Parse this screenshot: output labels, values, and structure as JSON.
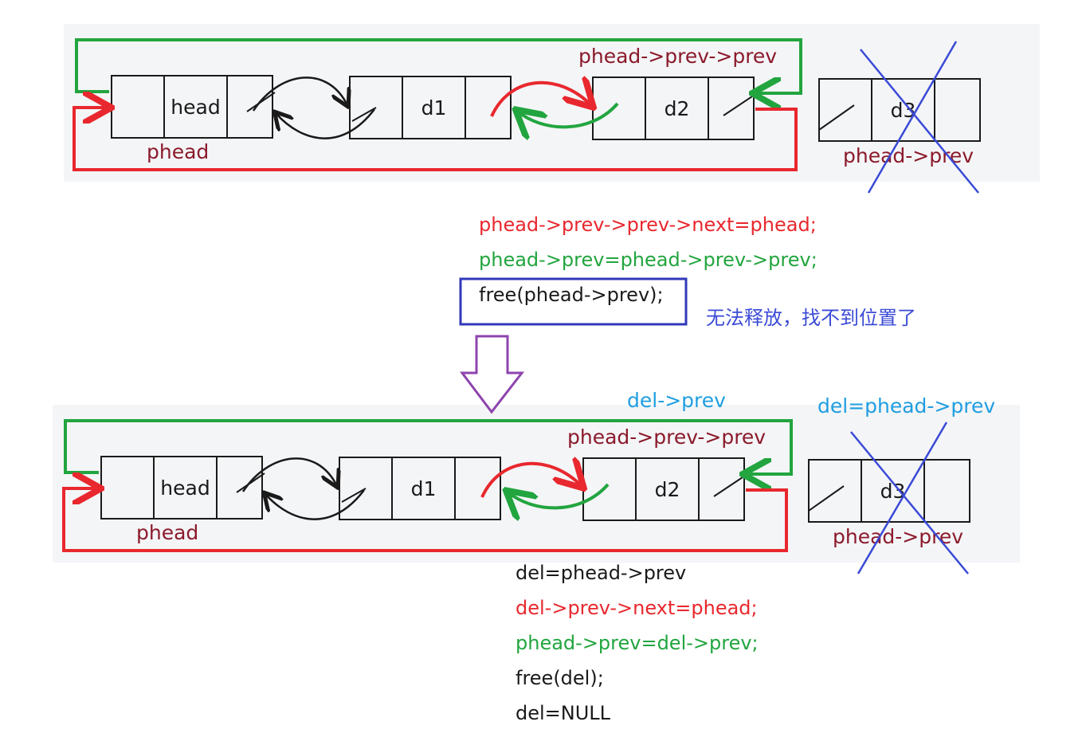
{
  "top": {
    "nodes": [
      {
        "label": "head"
      },
      {
        "label": "d1"
      },
      {
        "label": "d2"
      },
      {
        "label": "d3"
      }
    ],
    "label_phead": "phead",
    "label_prev_prev": "phead->prev->prev",
    "label_prev": "phead->prev"
  },
  "code1": {
    "line1": "phead->prev->prev->next=phead;",
    "line2": "phead->prev=phead->prev->prev;",
    "line3": "free(phead->prev);",
    "note": "无法释放，找不到位置了"
  },
  "bottom": {
    "nodes": [
      {
        "label": "head"
      },
      {
        "label": "d1"
      },
      {
        "label": "d2"
      },
      {
        "label": "d3"
      }
    ],
    "label_phead": "phead",
    "label_prev_prev": "phead->prev->prev",
    "label_prev": "phead->prev",
    "label_del_prev": "del->prev",
    "label_del_assign": "del=phead->prev"
  },
  "code2": {
    "line1": "del=phead->prev",
    "line2": "del->prev->next=phead;",
    "line3": "phead->prev=del->prev;",
    "line4": "free(del);",
    "line5": "del=NULL"
  },
  "colors": {
    "red": "#e8282e",
    "green": "#22a53f",
    "dark_red": "#8b1a2b",
    "blue": "#3a4ad6",
    "cyan": "#1f9ee0",
    "purple": "#8e44ad"
  }
}
